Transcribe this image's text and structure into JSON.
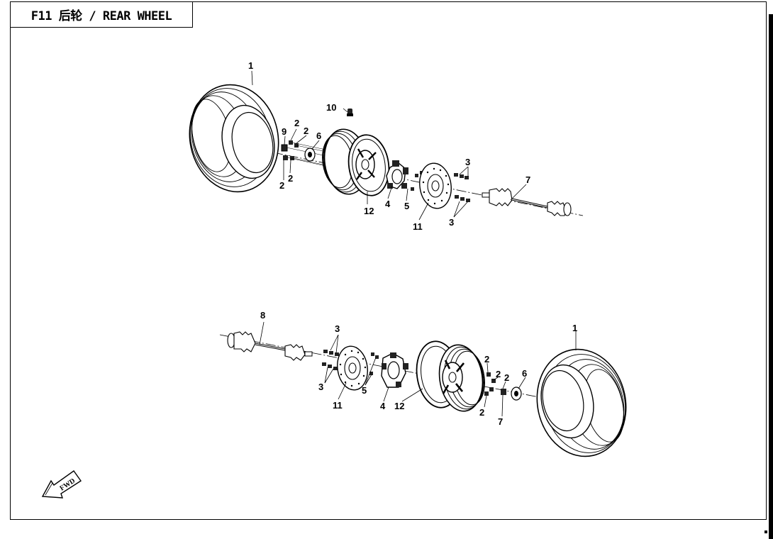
{
  "title": "F11 后轮 / REAR WHEEL",
  "fwd_label": "FWD",
  "callouts": [
    {
      "id": "u1",
      "text": "1"
    },
    {
      "id": "u10",
      "text": "10"
    },
    {
      "id": "u9",
      "text": "9"
    },
    {
      "id": "u2a",
      "text": "2"
    },
    {
      "id": "u2b",
      "text": "2"
    },
    {
      "id": "u2c",
      "text": "2"
    },
    {
      "id": "u2d",
      "text": "2"
    },
    {
      "id": "u6",
      "text": "6"
    },
    {
      "id": "u12",
      "text": "12"
    },
    {
      "id": "u4",
      "text": "4"
    },
    {
      "id": "u5",
      "text": "5"
    },
    {
      "id": "u11",
      "text": "11"
    },
    {
      "id": "u3a",
      "text": "3"
    },
    {
      "id": "u3b",
      "text": "3"
    },
    {
      "id": "u7",
      "text": "7"
    },
    {
      "id": "l8",
      "text": "8"
    },
    {
      "id": "l3a",
      "text": "3"
    },
    {
      "id": "l3b",
      "text": "3"
    },
    {
      "id": "l11",
      "text": "11"
    },
    {
      "id": "l5",
      "text": "5"
    },
    {
      "id": "l4",
      "text": "4"
    },
    {
      "id": "l12",
      "text": "12"
    },
    {
      "id": "l2a",
      "text": "2"
    },
    {
      "id": "l2b",
      "text": "2"
    },
    {
      "id": "l2c",
      "text": "2"
    },
    {
      "id": "l2d",
      "text": "2"
    },
    {
      "id": "l6",
      "text": "6"
    },
    {
      "id": "l7",
      "text": "7"
    },
    {
      "id": "l1",
      "text": "1"
    }
  ]
}
